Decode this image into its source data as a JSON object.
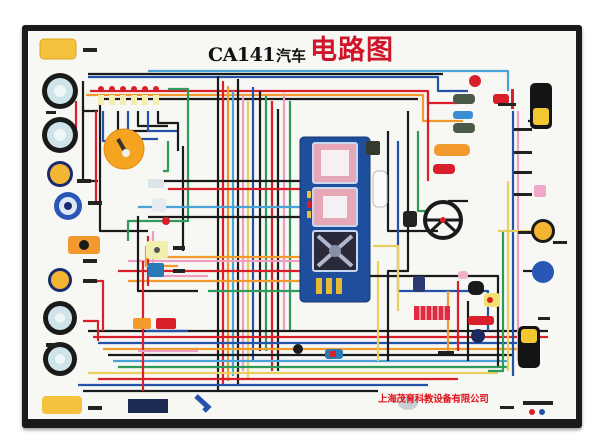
{
  "diagram": {
    "title_model": "CA141",
    "title_vehicle": "汽车",
    "title_main": "电路图",
    "manufacturer": "上海茂育科教设备有限公司",
    "type": "automotive wiring diagram training board",
    "colors": {
      "frame": "#1a1a1a",
      "panel": "#f7f7f4",
      "title_red": "#d0142a",
      "instrument_panel": "#1f4e9c",
      "wire_red": "#d9202a",
      "wire_black": "#1a1a1a",
      "wire_blue": "#2452a8",
      "wire_orange": "#f29a2e",
      "wire_green": "#2f9a5a",
      "wire_pink": "#ee9ec0",
      "wire_yellow": "#e8d060",
      "wire_lightblue": "#4aa3d8"
    },
    "components": {
      "left": [
        "side-marker-lamp-top",
        "headlamp-upper",
        "headlamp-lower",
        "turn-signal-lamp",
        "fan-motor",
        "relay-orange",
        "horn-yellow",
        "headlamp-3",
        "headlamp-4",
        "side-marker-lamp-bottom"
      ],
      "center": [
        "light-switch-rotary",
        "fuse-row",
        "instrument-cluster",
        "gauge-speedometer",
        "gauge-tachometer",
        "gauge-combo",
        "warning-lamps",
        "fuse-block",
        "steering-wheel-horn-button"
      ],
      "right": [
        "taillamp-top",
        "sensor-plugs",
        "amber-lamp",
        "pink-indicator",
        "blue-horn",
        "taillamp-bottom",
        "connector-block"
      ]
    }
  }
}
